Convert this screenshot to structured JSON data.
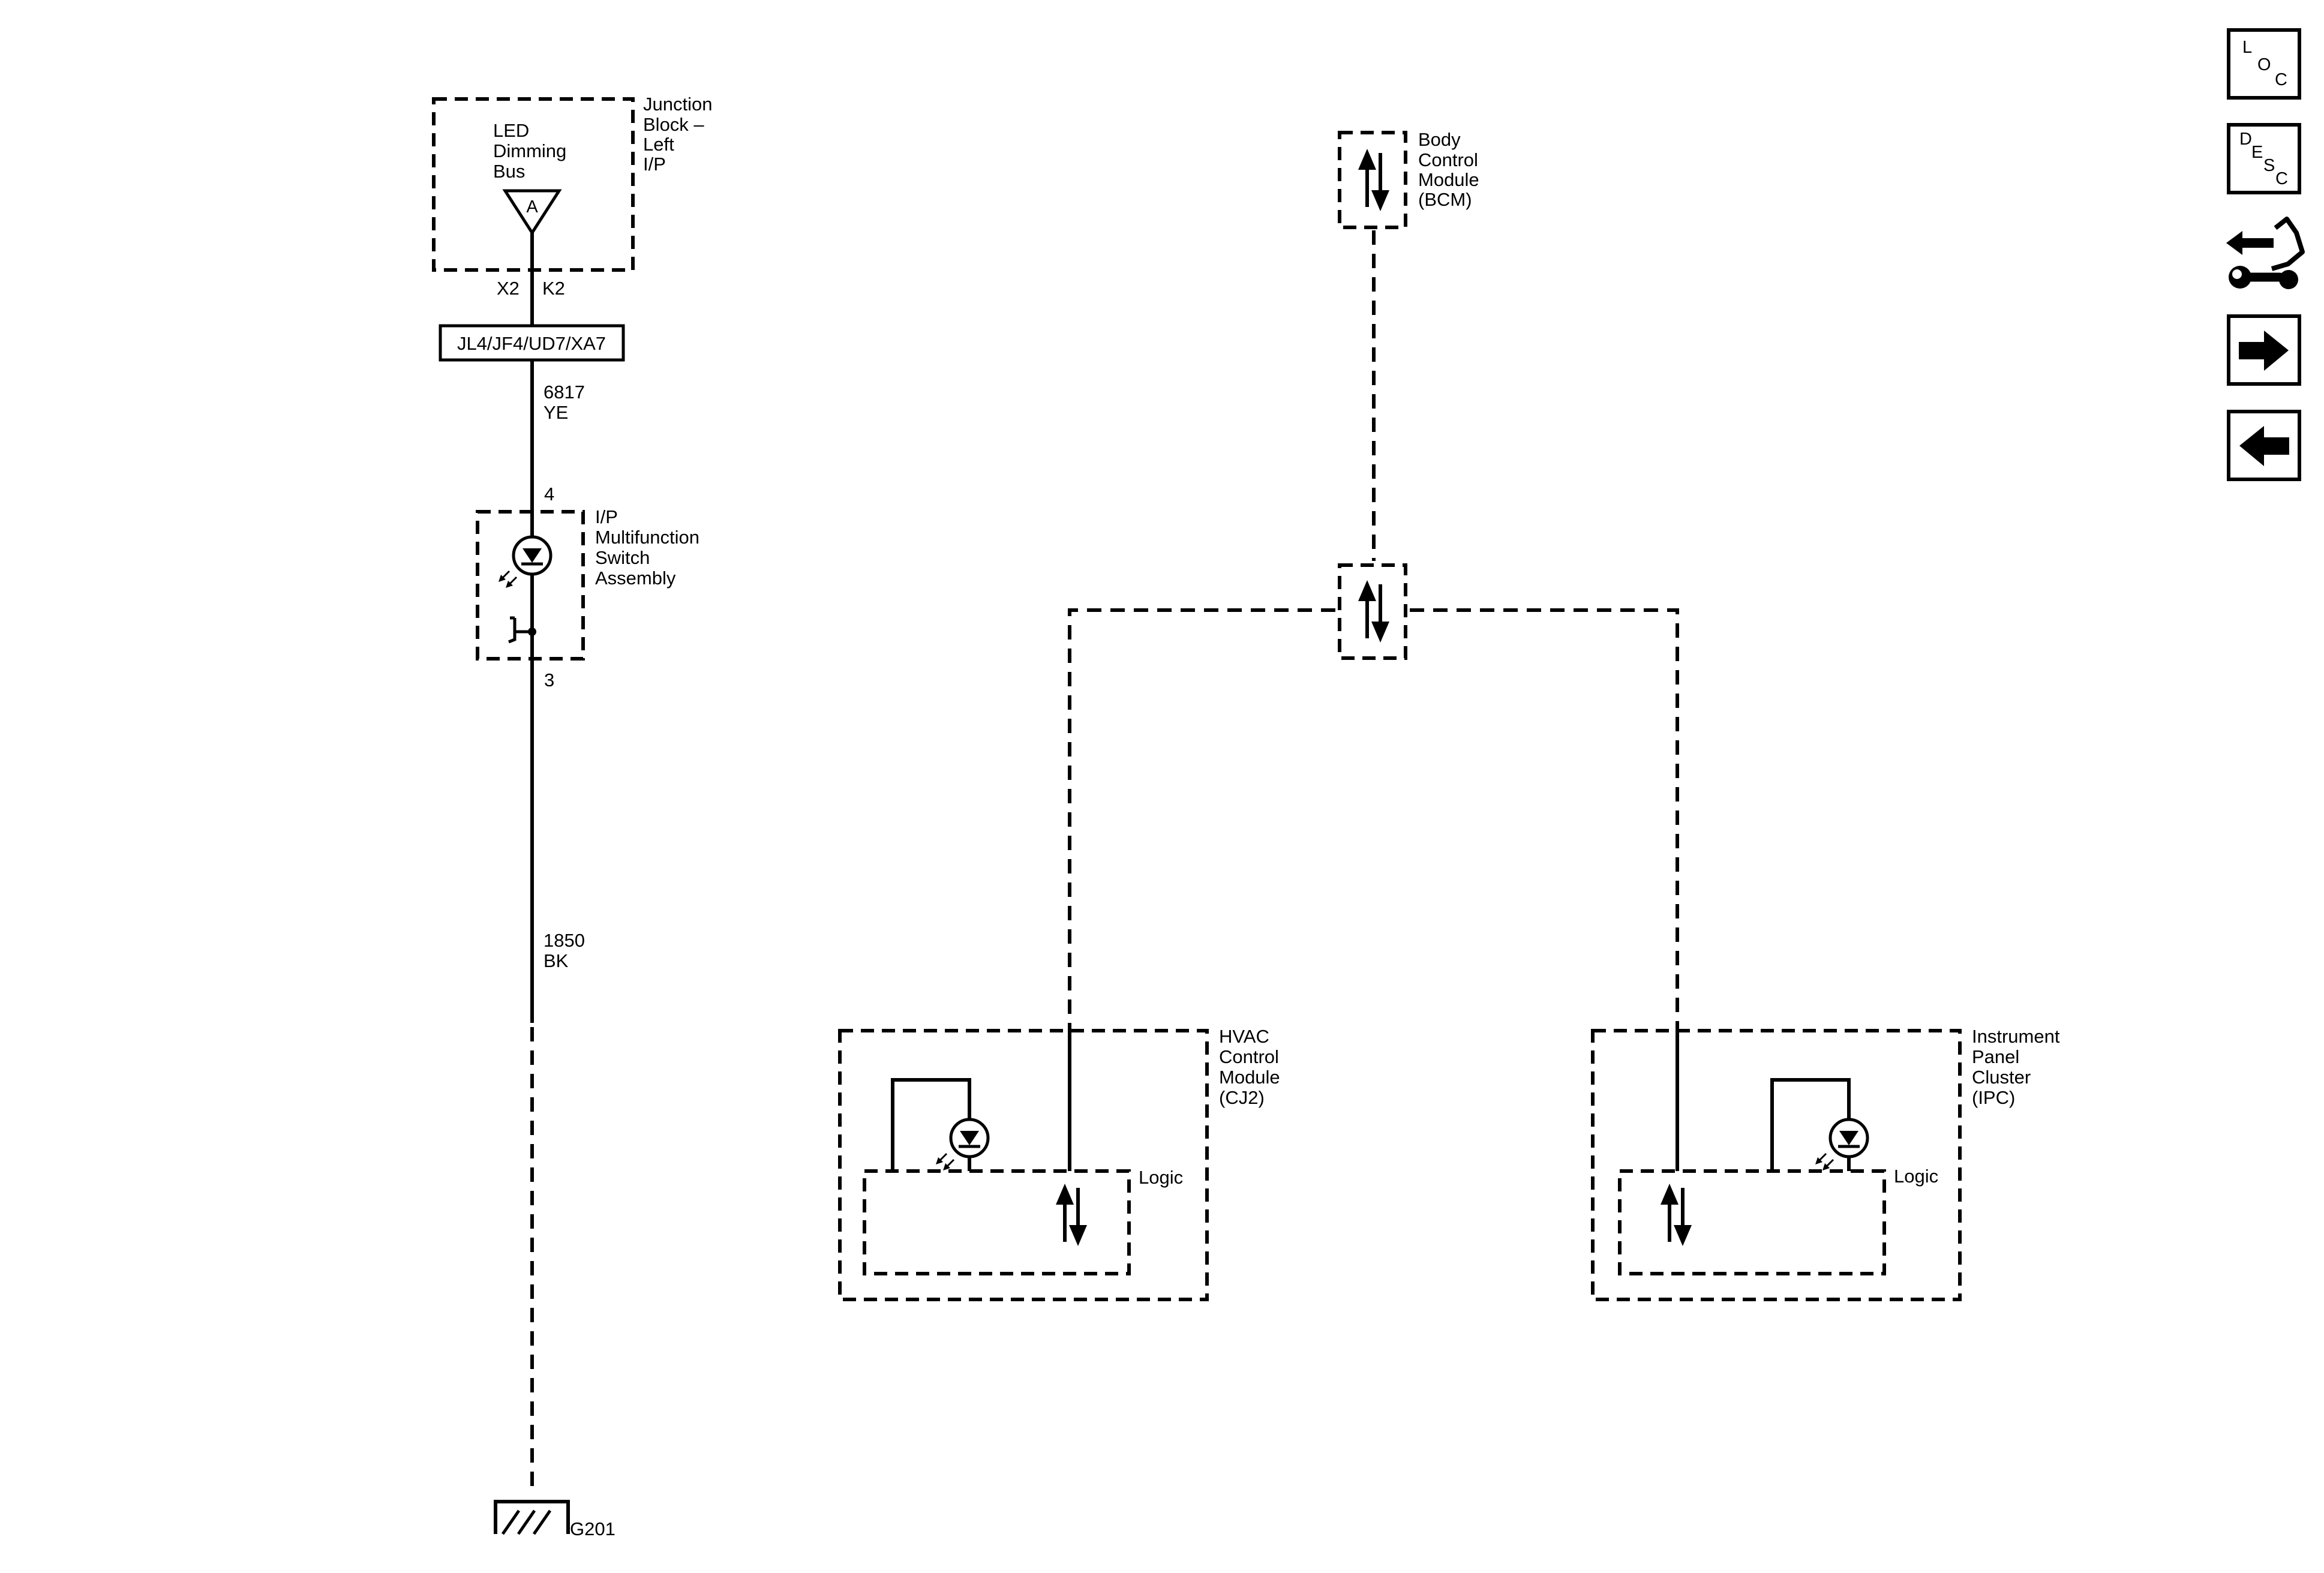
{
  "junction_block": {
    "name_lines": [
      "Junction",
      "Block –",
      "Left",
      "I/P"
    ],
    "bus_lines": [
      "LED",
      "Dimming",
      "Bus"
    ],
    "terminal": "A",
    "connector_left": "X2",
    "connector_right": "K2"
  },
  "option_codes": "JL4/JF4/UD7/XA7",
  "wire_top": {
    "circuit": "6817",
    "color": "YE"
  },
  "switch": {
    "pin_top": "4",
    "pin_bottom": "3",
    "name_lines": [
      "I/P",
      "Multifunction",
      "Switch",
      "Assembly"
    ]
  },
  "wire_bottom": {
    "circuit": "1850",
    "color": "BK"
  },
  "ground": {
    "label": "G201"
  },
  "bcm": {
    "name_lines": [
      "Body",
      "Control",
      "Module",
      "(BCM)"
    ]
  },
  "hvac": {
    "name_lines": [
      "HVAC",
      "Control",
      "Module",
      "(CJ2)"
    ],
    "logic_label": "Logic"
  },
  "ipc": {
    "name_lines": [
      "Instrument",
      "Panel",
      "Cluster",
      "(IPC)"
    ],
    "logic_label": "Logic"
  },
  "nav": {
    "loc": {
      "letters": [
        "L",
        "O",
        "C"
      ]
    },
    "desc": {
      "letters": [
        "D",
        "E",
        "S",
        "C"
      ]
    },
    "icons": [
      "connector-wrench-icon",
      "arrow-right-icon",
      "arrow-left-icon"
    ]
  }
}
